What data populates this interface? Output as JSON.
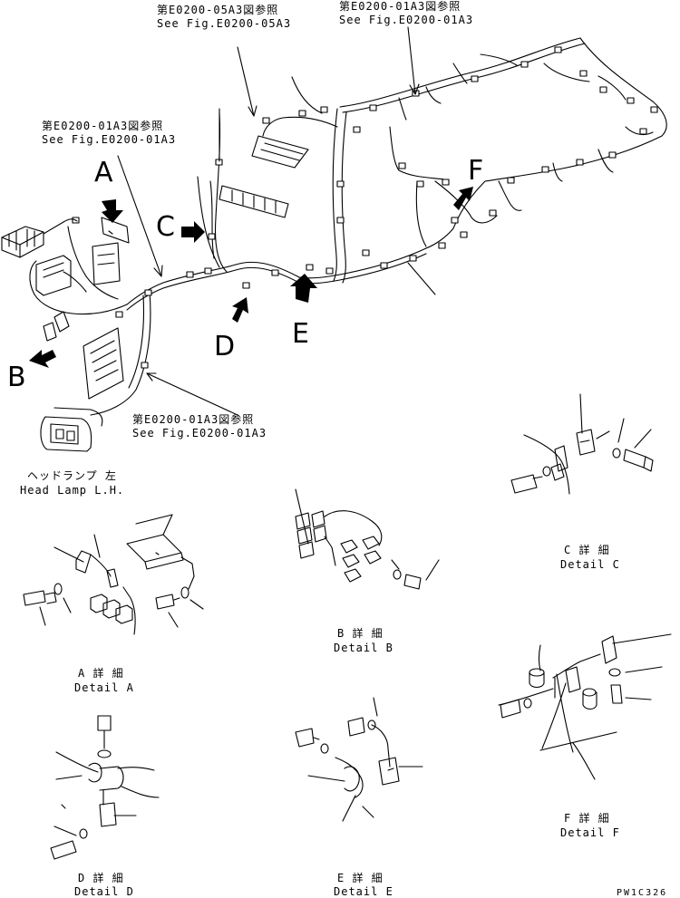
{
  "references": {
    "ref_05a3_top": {
      "jp": "第E0200-05A3図参照",
      "en": "See Fig.E0200-05A3"
    },
    "ref_01a3_top": {
      "jp": "第E0200-01A3図参照",
      "en": "See Fig.E0200-01A3"
    },
    "ref_01a3_left": {
      "jp": "第E0200-01A3図参照",
      "en": "See Fig.E0200-01A3"
    },
    "ref_01a3_bottom": {
      "jp": "第E0200-01A3図参照",
      "en": "See Fig.E0200-01A3"
    }
  },
  "view_letters": {
    "a": "A",
    "b": "B",
    "c": "C",
    "d": "D",
    "e": "E",
    "f": "F"
  },
  "head_lamp": {
    "jp": "ヘッドランプ 左",
    "en": "Head Lamp L.H."
  },
  "details": {
    "a": {
      "jp": "A 詳 細",
      "en": "Detail A"
    },
    "b": {
      "jp": "B 詳 細",
      "en": "Detail B"
    },
    "c": {
      "jp": "C 詳 細",
      "en": "Detail C"
    },
    "d": {
      "jp": "D 詳 細",
      "en": "Detail D"
    },
    "e": {
      "jp": "E 詳 細",
      "en": "Detail E"
    },
    "f": {
      "jp": "F 詳 細",
      "en": "Detail F"
    }
  },
  "drawing_code": "PW1C326",
  "colors": {
    "line": "#000000",
    "background": "#ffffff"
  }
}
